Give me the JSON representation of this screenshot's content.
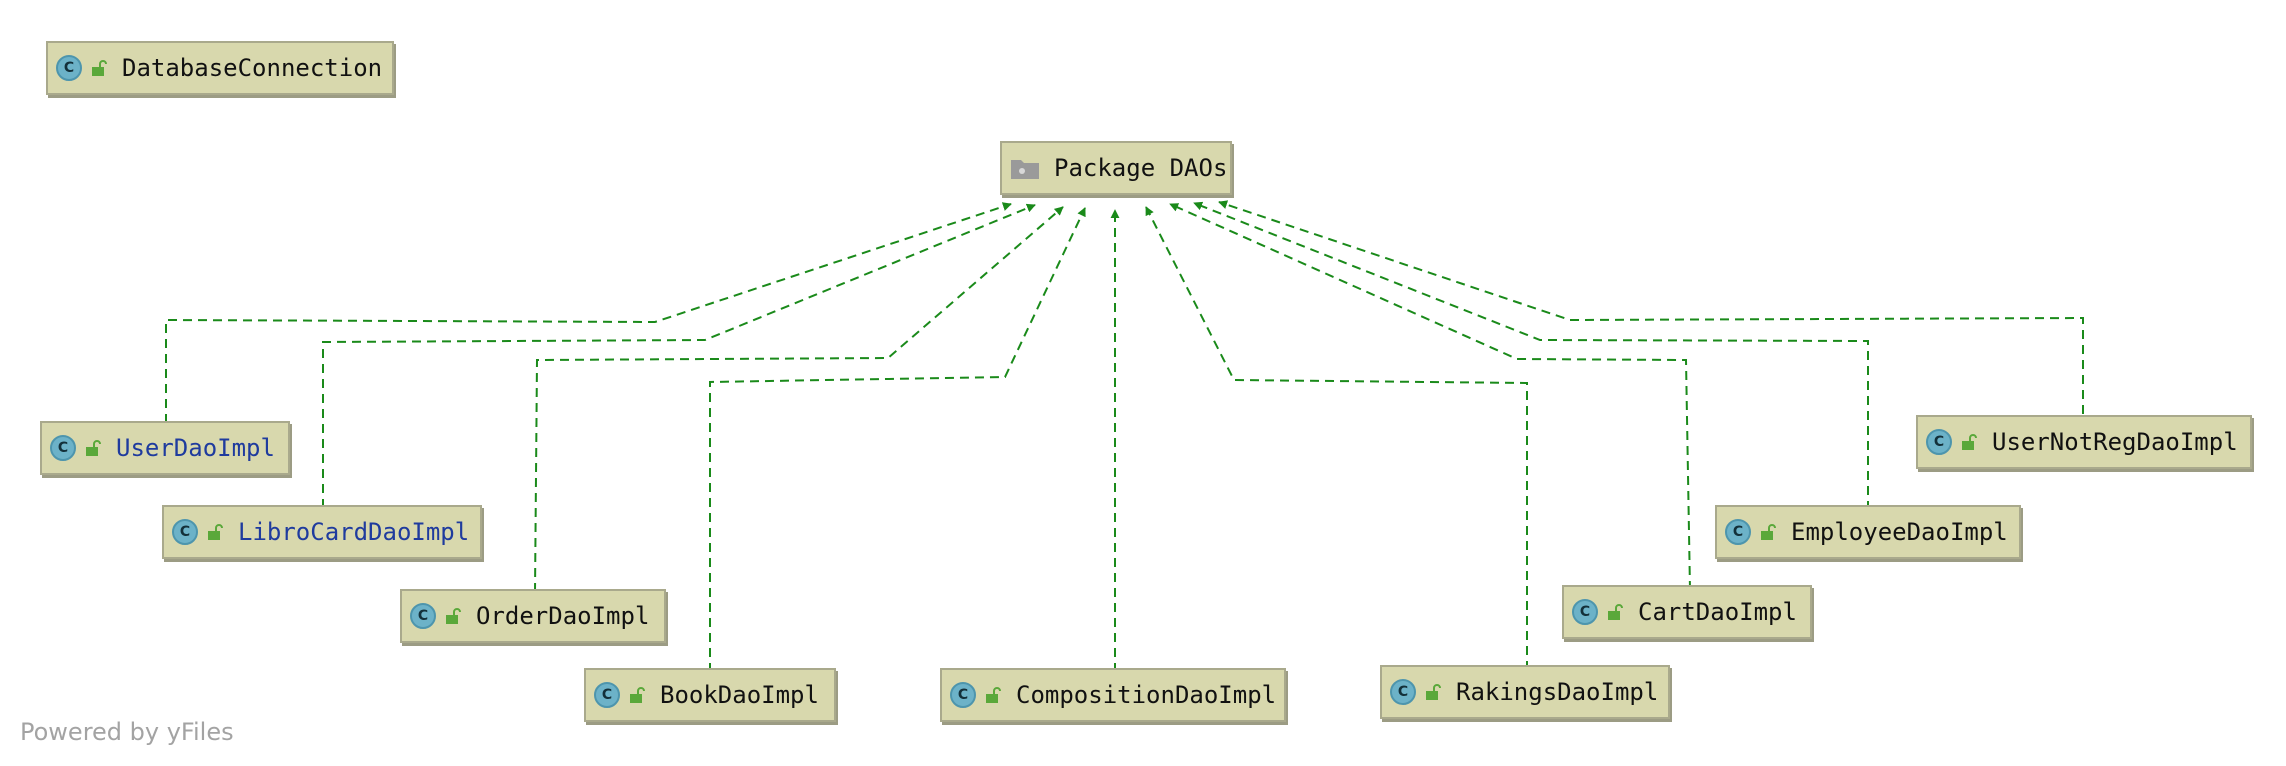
{
  "diagram": {
    "package": {
      "label": "Package DAOs",
      "icon": "folder-icon"
    },
    "standalone": {
      "label": "DatabaseConnection",
      "icon": "class-icon"
    },
    "classes": [
      {
        "id": "userdao",
        "label": "UserDaoImpl",
        "highlighted": true
      },
      {
        "id": "librocard",
        "label": "LibroCardDaoImpl",
        "highlighted": true
      },
      {
        "id": "orderdao",
        "label": "OrderDaoImpl",
        "highlighted": false
      },
      {
        "id": "bookdao",
        "label": "BookDaoImpl",
        "highlighted": false
      },
      {
        "id": "compositiondao",
        "label": "CompositionDaoImpl",
        "highlighted": false
      },
      {
        "id": "rakingsdao",
        "label": "RakingsDaoImpl",
        "highlighted": false
      },
      {
        "id": "cartdao",
        "label": "CartDaoImpl",
        "highlighted": false
      },
      {
        "id": "employeedao",
        "label": "EmployeeDaoImpl",
        "highlighted": false
      },
      {
        "id": "usernotregdao",
        "label": "UserNotRegDaoImpl",
        "highlighted": false
      }
    ],
    "class_icon_letter": "C",
    "edge_style": "dashed",
    "edge_color": "#1a8a1a",
    "node_color": "#d8d8ad",
    "watermark": "Powered by yFiles"
  }
}
